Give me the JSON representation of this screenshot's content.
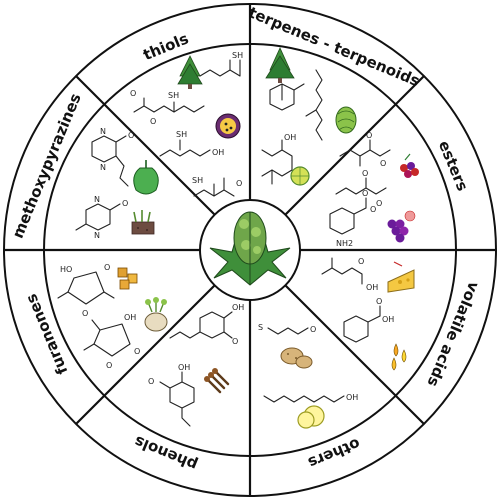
{
  "categories": [
    {
      "id": "thiols",
      "label": "thiols"
    },
    {
      "id": "terpenes",
      "label": "terpenes - terpenoids"
    },
    {
      "id": "esters",
      "label": "esters"
    },
    {
      "id": "volatile-acids",
      "label": "volatile acids"
    },
    {
      "id": "others",
      "label": "others"
    },
    {
      "id": "phenols",
      "label": "phenols"
    },
    {
      "id": "furanones",
      "label": "furanones"
    },
    {
      "id": "methoxypyrazines",
      "label": "methoxypyrazines"
    }
  ],
  "atoms": {
    "sh": "SH",
    "oh": "OH",
    "o": "O",
    "s": "S",
    "n": "N",
    "nh2": "NH2",
    "ho": "HO"
  },
  "icons": [
    "cannabis-bud-icon",
    "hop-cone-icon",
    "passion-fruit-icon",
    "pine-tree-icon",
    "lime-slice-icon",
    "berries-icon",
    "grapes-icon",
    "cheese-icon",
    "sweat-drops-icon",
    "potato-icon",
    "apple-slice-icon",
    "clove-icon",
    "celeriac-icon",
    "caramel-cubes-icon",
    "bell-pepper-icon",
    "soil-sprout-icon"
  ],
  "colors": {
    "outline": "#111111",
    "leaf_green": "#3f8f3a",
    "hop_green": "#8bc34a",
    "fruit_purple": "#6a2c70",
    "cheese_yellow": "#f4c842",
    "caramel": "#e0a030"
  }
}
